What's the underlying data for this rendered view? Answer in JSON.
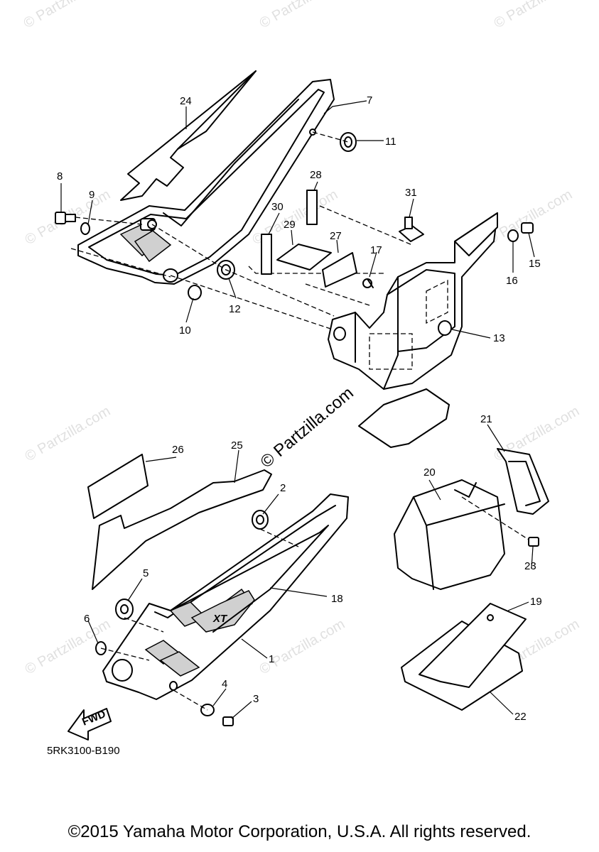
{
  "watermark": "© Partzilla.com",
  "diagram_code": "5RK3100-B190",
  "fwd_label": "FWD",
  "decal_text": "XT",
  "copyright": "©2015 Yamaha Motor Corporation, U.S.A. All rights reserved.",
  "callouts": [
    "1",
    "2",
    "3",
    "4",
    "5",
    "6",
    "7",
    "8",
    "9",
    "10",
    "11",
    "12",
    "13",
    "15",
    "16",
    "17",
    "18",
    "19",
    "20",
    "21",
    "22",
    "23",
    "24",
    "25",
    "26",
    "27",
    "28",
    "29",
    "30",
    "31"
  ]
}
